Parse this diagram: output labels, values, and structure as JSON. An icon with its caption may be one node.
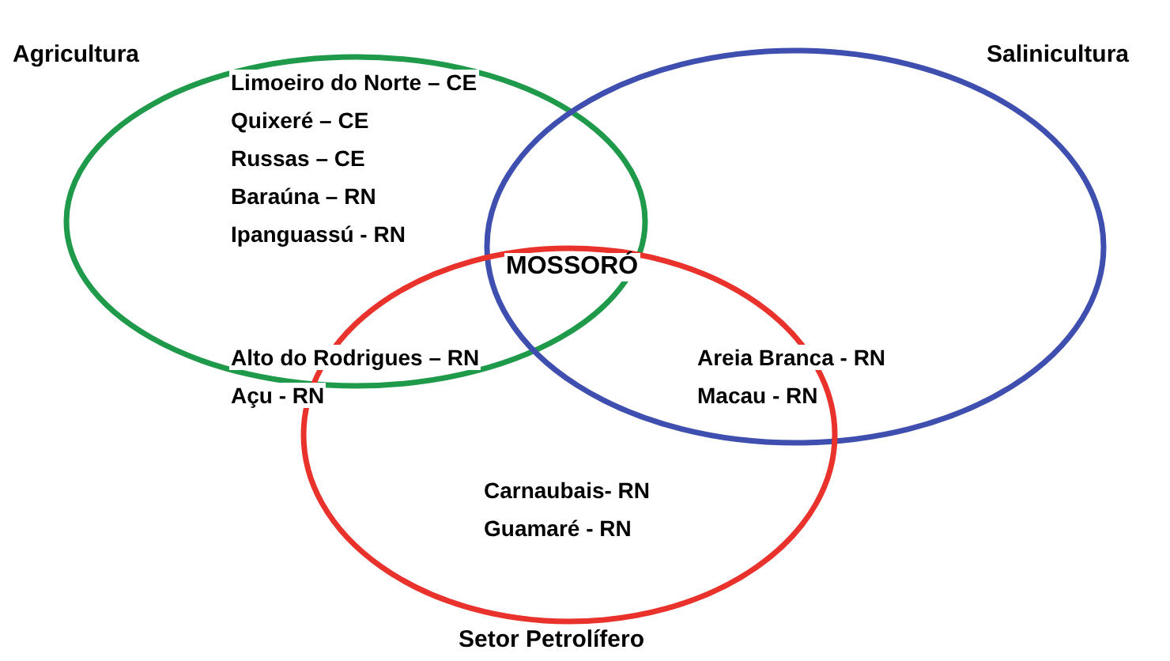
{
  "diagram": {
    "nodes": [
      {
        "text": [
          "Agricultura"
        ]
      },
      {
        "text": [
          "Salinicultura"
        ]
      },
      {
        "text": [
          "Setor Petrolífero"
        ]
      }
    ],
    "labels": [
      "Limoeiro do Norte – CE",
      "Quixeré – CE",
      "Russas – CE",
      "Baraúna – RN",
      "Ipanguassú - RN",
      "MOSSORÓ",
      "Alto do Rodrigues – RN",
      "Açu - RN",
      "Areia Branca - RN",
      "Macau - RN",
      "Carnaubais- RN",
      "Guamaré - RN"
    ]
  }
}
